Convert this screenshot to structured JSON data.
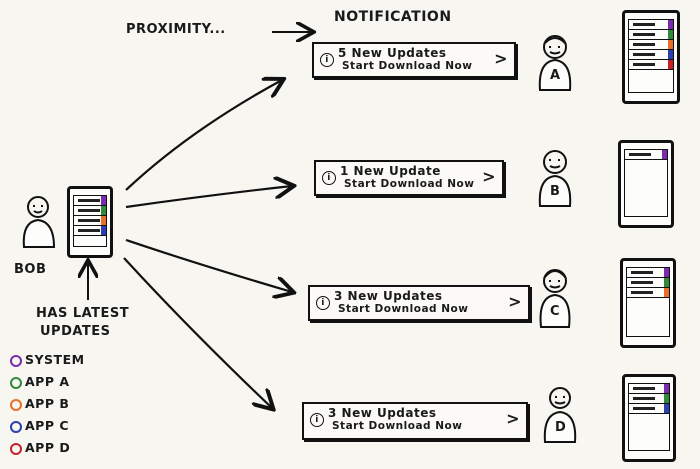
{
  "header": {
    "proximity": "PROXIMITY...",
    "notification": "NOTIFICATION"
  },
  "source": {
    "person_name": "BOB",
    "caption_line1": "HAS LATEST",
    "caption_line2": "UPDATES"
  },
  "legend": [
    {
      "label": "SYSTEM",
      "color": "#7a2bb0"
    },
    {
      "label": "APP A",
      "color": "#2f8a3a"
    },
    {
      "label": "APP B",
      "color": "#e8702a"
    },
    {
      "label": "APP C",
      "color": "#2a3fb0"
    },
    {
      "label": "APP D",
      "color": "#c8202a"
    }
  ],
  "notifications": [
    {
      "line1": "5 New Updates",
      "line2": "Start Download Now",
      "chevron": ">",
      "icon": "i",
      "person": "A"
    },
    {
      "line1": "1 New Update",
      "line2": "Start Download Now",
      "chevron": ">",
      "icon": "i",
      "person": "B"
    },
    {
      "line1": "3 New Updates",
      "line2": "Start Download Now",
      "chevron": ">",
      "icon": "i",
      "person": "C"
    },
    {
      "line1": "3 New Updates",
      "line2": "Start Download Now",
      "chevron": ">",
      "icon": "i",
      "person": "D"
    }
  ],
  "icons": {
    "arrow": "arrow-icon",
    "info": "info-icon",
    "chevron": "chevron-right-icon"
  }
}
